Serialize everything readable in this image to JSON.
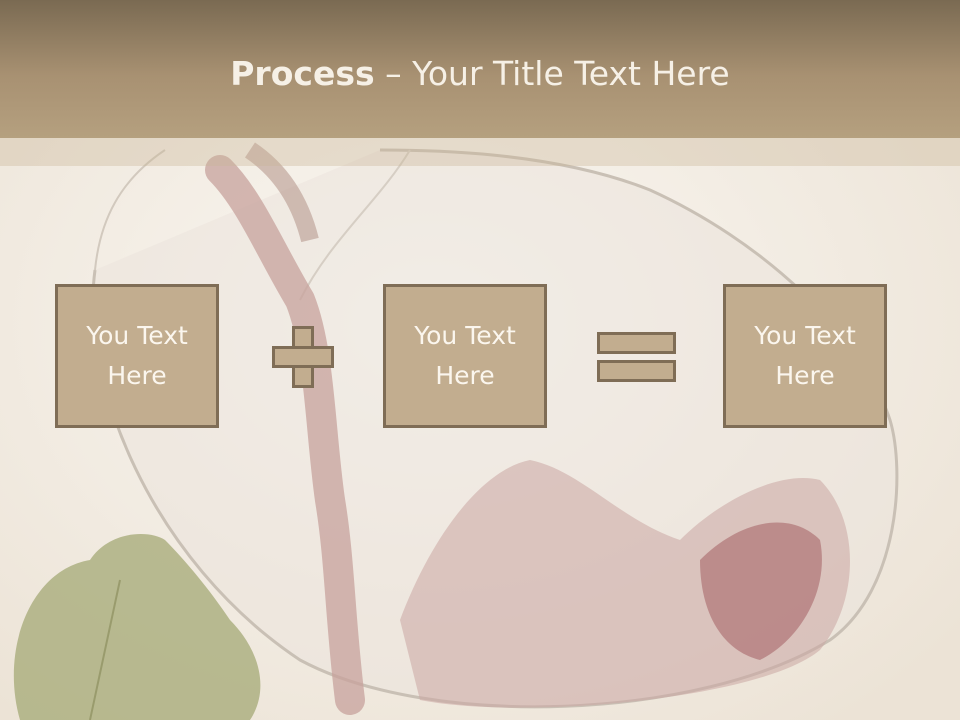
{
  "slide": {
    "title_bold": "Process",
    "title_rest": " – Your Title Text Here"
  },
  "process": {
    "box1": "You Text Here",
    "box2": "You Text Here",
    "box3": "You Text Here"
  },
  "colors": {
    "header": "#a89172",
    "box_fill": "#c2ad8f",
    "box_border": "#7f6d56",
    "text_light": "#fbf6ee"
  }
}
